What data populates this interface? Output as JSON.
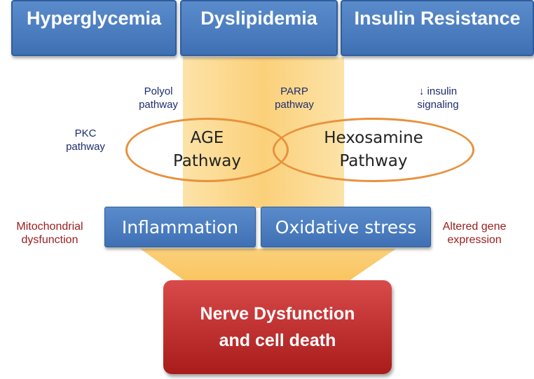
{
  "top": {
    "hyperglycemia": "Hyperglycemia",
    "dyslipidemia": "Dyslipidemia",
    "insulin_resistance": "Insulin Resistance"
  },
  "side_labels": {
    "polyol_line1": "Polyol",
    "polyol_line2": "pathway",
    "parp_line1": "PARP",
    "parp_line2": "pathway",
    "insulin_line1": "↓ insulin",
    "insulin_line2": "signaling",
    "pkc_line1": "PKC",
    "pkc_line2": "pathway",
    "mito_line1": "Mitochondrial",
    "mito_line2": "dysfunction",
    "altered_line1": "Altered gene",
    "altered_line2": "expression"
  },
  "ellipses": {
    "age_line1": "AGE",
    "age_line2": "Pathway",
    "hexosamine_line1": "Hexosamine",
    "hexosamine_line2": "Pathway"
  },
  "middle": {
    "inflammation": "Inflammation",
    "oxidative_stress": "Oxidative stress"
  },
  "outcome": {
    "line1": "Nerve Dysfunction",
    "line2": "and cell death"
  },
  "colors": {
    "box_blue": "#4a7cc0",
    "funnel_yellow": "#fbd58a",
    "ellipse_border": "#e8913c",
    "outcome_red": "#b82626",
    "label_dark_blue": "#1c2d6e",
    "label_dark_red": "#9a1c1c"
  }
}
